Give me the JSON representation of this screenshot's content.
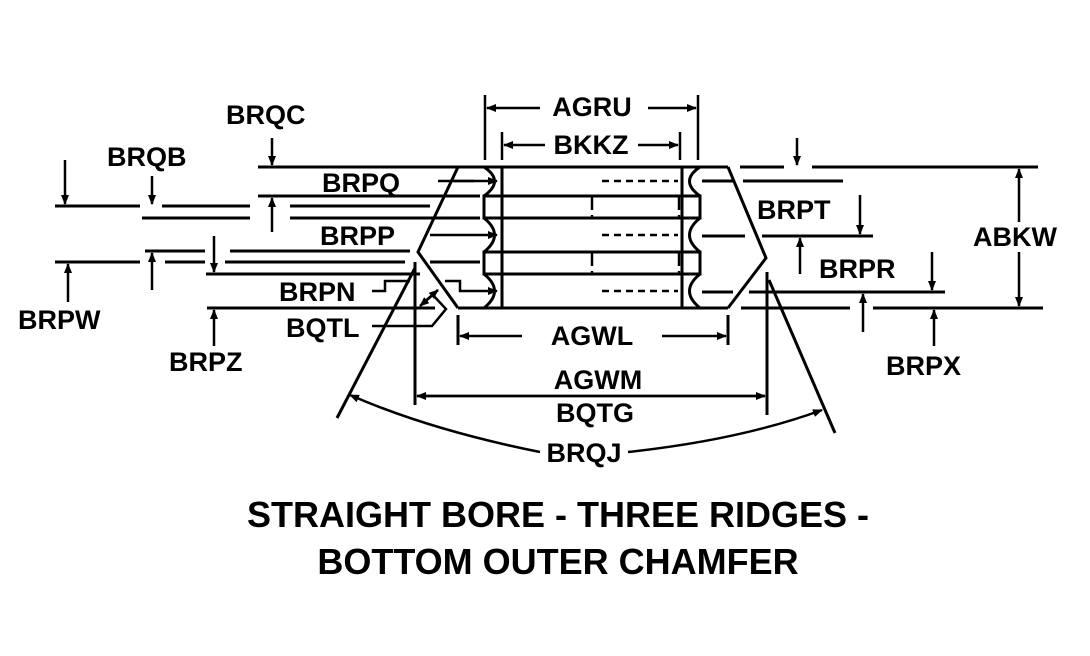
{
  "diagram": {
    "title_lines": [
      "STRAIGHT BORE - THREE RIDGES -",
      "BOTTOM OUTER CHAMFER"
    ],
    "labels": {
      "AGRU": "AGRU",
      "BKKZ": "BKKZ",
      "BRQC": "BRQC",
      "BRQB": "BRQB",
      "BRPQ": "BRPQ",
      "BRPP": "BRPP",
      "BRPN": "BRPN",
      "BQTL": "BQTL",
      "BRPW": "BRPW",
      "BRPZ": "BRPZ",
      "BRPT": "BRPT",
      "BRPR": "BRPR",
      "BRPX": "BRPX",
      "ABKW": "ABKW",
      "AGWL": "AGWL",
      "AGWM": "AGWM",
      "BQTG": "BQTG",
      "BRQJ": "BRQJ"
    }
  }
}
